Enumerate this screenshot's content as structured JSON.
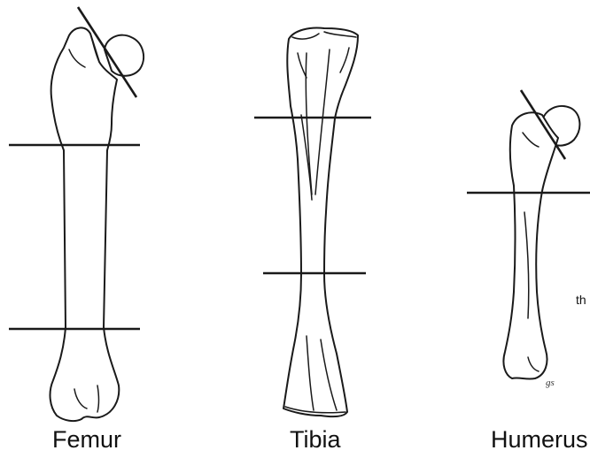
{
  "labels": {
    "femur": "Femur",
    "tibia": "Tibia",
    "humerus": "Humerus"
  },
  "fragment_text": "th",
  "signature": "gs",
  "colors": {
    "ink": "#1a1a1a",
    "background": "#ffffff"
  }
}
